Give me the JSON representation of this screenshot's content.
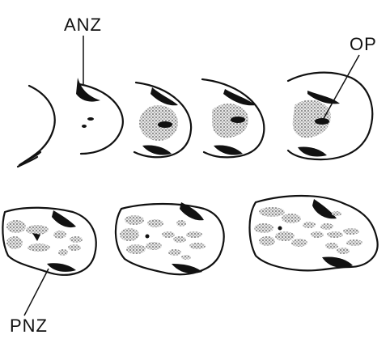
{
  "labels": {
    "anz": "ANZ",
    "op": "OP",
    "pnz": "PNZ"
  },
  "colors": {
    "ink": "#111111",
    "stipple": "#c8c8c8",
    "background": "#ffffff"
  },
  "stages": {
    "top_row_count": 5,
    "bottom_row_count": 3
  }
}
